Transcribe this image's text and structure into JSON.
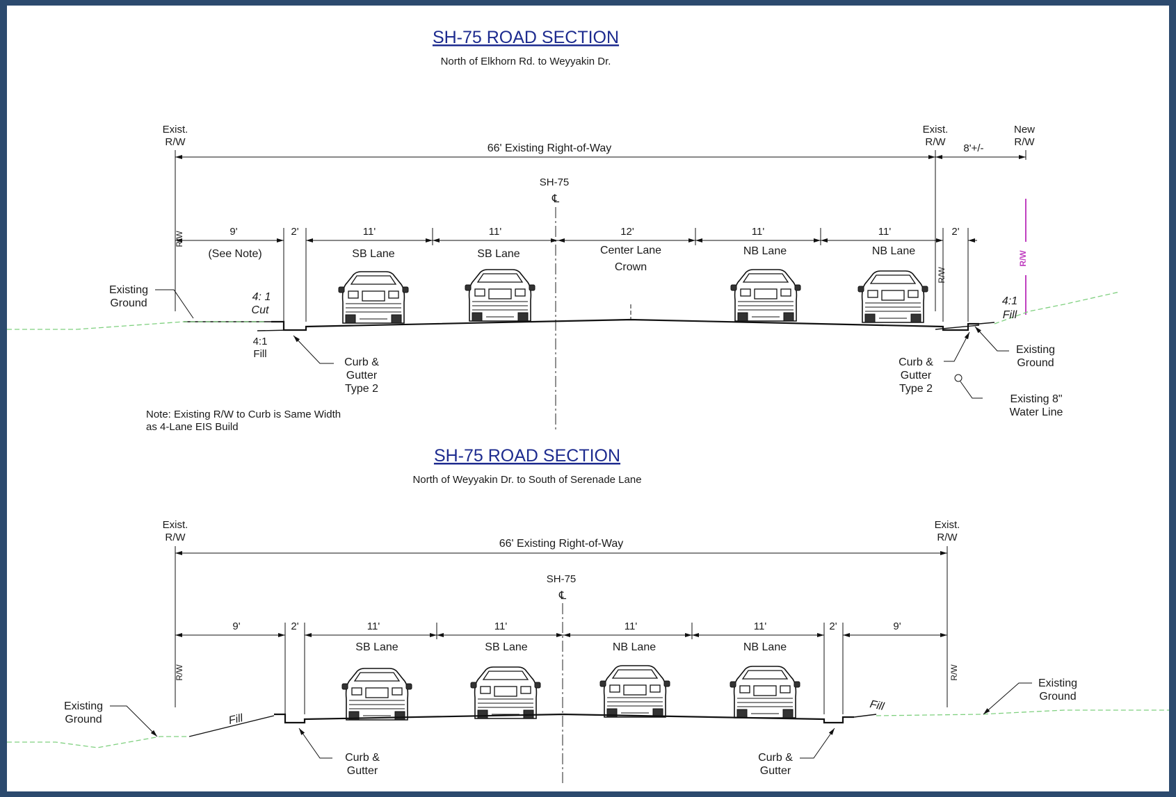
{
  "section1": {
    "title": "SH-75 ROAD SECTION",
    "subtitle": "North of Elkhorn Rd. to Weyyakin Dr.",
    "left_rw": [
      "Exist.",
      "R/W"
    ],
    "right_rw": [
      "Exist.",
      "R/W"
    ],
    "new_rw": [
      "New",
      "R/W"
    ],
    "row_label": "66' Existing Right-of-Way",
    "new_width": "8'+/-",
    "centerline": "SH-75",
    "cl_symbol": "℄",
    "widths": [
      "9'",
      "2'",
      "11'",
      "11'",
      "12'",
      "11'",
      "11'",
      "2'"
    ],
    "lanes": [
      "SB Lane",
      "SB Lane",
      "Center Lane",
      "NB Lane",
      "NB Lane"
    ],
    "crown": "Crown",
    "see_note": "(See Note)",
    "rw_mark": "R/W",
    "slopes": {
      "cut_ratio": "4: 1",
      "cut": "Cut",
      "fill_left_ratio": "4:1",
      "fill_left": "Fill",
      "fill_right_ratio": "4:1",
      "fill_right": "Fill"
    },
    "existing_ground": [
      "Existing",
      "Ground"
    ],
    "curb_left": [
      "Curb &",
      "Gutter",
      "Type 2"
    ],
    "curb_right": [
      "Curb &",
      "Gutter",
      "Type 2"
    ],
    "water_line": [
      "Existing 8\"",
      "Water Line"
    ],
    "note": [
      "Note: Existing R/W to Curb is Same Width",
      "as 4-Lane EIS Build"
    ]
  },
  "section2": {
    "title": "SH-75 ROAD SECTION",
    "subtitle": "North of Weyyakin Dr. to South of Serenade Lane",
    "left_rw": [
      "Exist.",
      "R/W"
    ],
    "right_rw": [
      "Exist.",
      "R/W"
    ],
    "row_label": "66' Existing Right-of-Way",
    "centerline": "SH-75",
    "cl_symbol": "℄",
    "widths": [
      "9'",
      "2'",
      "11'",
      "11'",
      "11'",
      "11'",
      "2'",
      "9'"
    ],
    "lanes": [
      "SB Lane",
      "SB Lane",
      "NB Lane",
      "NB Lane"
    ],
    "rw_mark": "R/W",
    "fill_left": "Fill",
    "fill_right": "Fill",
    "existing_ground": [
      "Existing",
      "Ground"
    ],
    "curb_left": [
      "Curb &",
      "Gutter"
    ],
    "curb_right": [
      "Curb &",
      "Gutter"
    ]
  },
  "colors": {
    "title": "#1d2b8f",
    "new_rw": "#c040c0",
    "ground": "#7fd07f",
    "frame": "#2c4a6e"
  }
}
